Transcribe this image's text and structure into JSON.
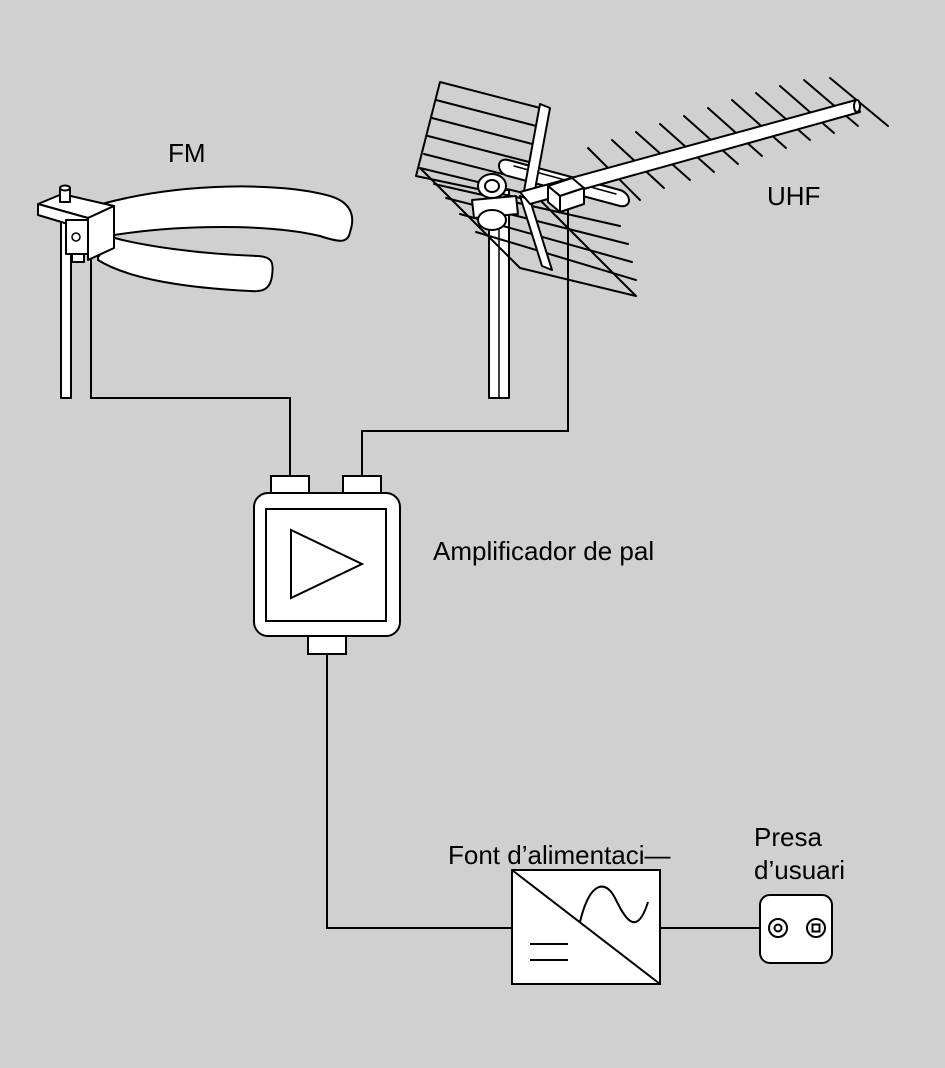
{
  "colors": {
    "background": "#d0d0d0",
    "stroke": "#000000",
    "fill": "#ffffff"
  },
  "labels": {
    "fm": "FM",
    "uhf": "UHF",
    "amplifier": "Amplificador de pal",
    "power_supply": "Font d’alimentaci—",
    "outlet_line1": "Presa",
    "outlet_line2": "d’usuari"
  },
  "icons": {
    "fm_antenna": "fm-antenna-icon",
    "uhf_antenna": "uhf-antenna-icon",
    "amplifier": "amplifier-triangle-icon",
    "power_supply": "ac-dc-converter-icon",
    "outlet": "coax-outlet-icon"
  }
}
